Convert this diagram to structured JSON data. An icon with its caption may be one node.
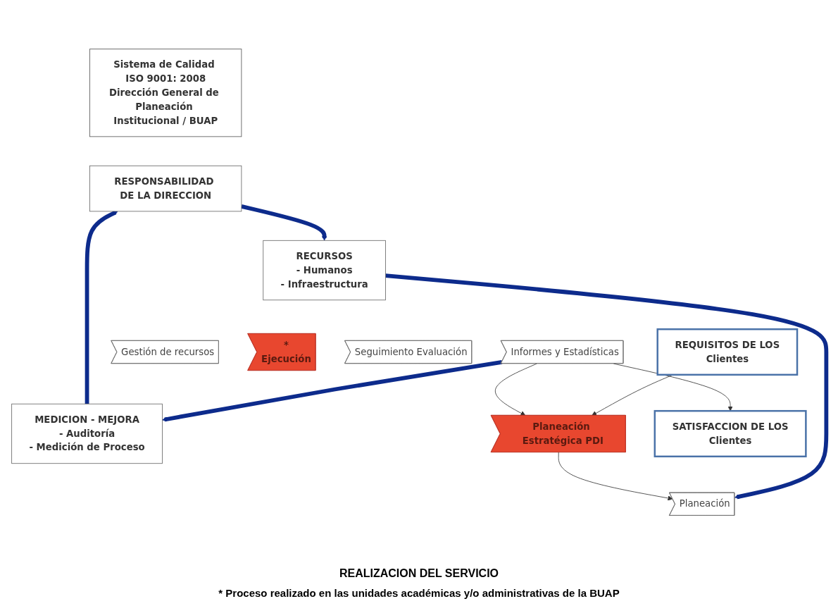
{
  "diagram": {
    "caption": "* Proceso realizado en las unidades académicas y/o administrativas de la BUAP",
    "nodes": [
      {
        "text": [
          "Sistema de Calidad ISO 9001: 2008",
          "Dirección General de Planeación Institucional / BUAP"
        ]
      },
      {
        "text": [
          "REQUISITOS DE LOS",
          "Clientes"
        ]
      },
      {
        "text": [
          "RESPONSABILIDAD DE LA DIRECCION"
        ]
      },
      {
        "text": [
          "RECURSOS",
          "- Humanos",
          "- Infraestructura"
        ]
      },
      {
        "text": [
          "MEDICION - MEJORA",
          "- Auditoría",
          "- Medición de Proceso"
        ]
      },
      {
        "text": [
          "Planeación"
        ]
      },
      {
        "text": [
          "Gestión de recursos"
        ]
      },
      {
        "text": [
          "*",
          "Ejecución"
        ]
      },
      {
        "text": [
          "Seguimiento Evaluación"
        ]
      },
      {
        "text": [
          "Informes y Estadísticas"
        ]
      },
      {
        "text": [
          "Planeación Estratégica PDI"
        ]
      },
      {
        "text": [
          "SATISFACCION DE LOS",
          "Clientes"
        ]
      }
    ],
    "edges": [
      {
        "from": 2,
        "to": 3,
        "arrow": "to",
        "style": "thick",
        "color": "#0d2b8c"
      },
      {
        "from": 3,
        "to": 5,
        "arrow": "to",
        "style": "thick",
        "color": "#0d2b8c"
      },
      {
        "from": 9,
        "to": 4,
        "arrow": "to",
        "style": "thick",
        "color": "#0d2b8c"
      },
      {
        "from": 4,
        "to": 2,
        "arrow": "to",
        "style": "thick",
        "color": "#0d2b8c"
      },
      {
        "from": 9,
        "to": 11,
        "arrow": "to"
      },
      {
        "from": 10,
        "to": 5,
        "arrow": "to"
      },
      {
        "from": 1,
        "to": 10,
        "arrow": "to"
      },
      {
        "from": 9,
        "to": 10,
        "arrow": "to"
      }
    ],
    "labels": [
      "REALIZACION DEL SERVICIO"
    ]
  }
}
